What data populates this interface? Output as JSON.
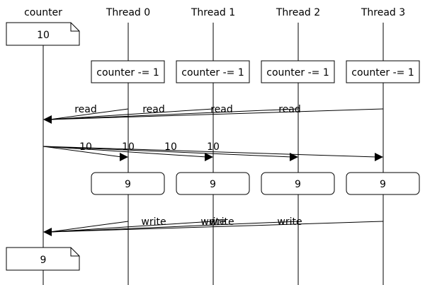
{
  "participants": [
    {
      "name": "counter"
    },
    {
      "name": "Thread 0"
    },
    {
      "name": "Thread 1"
    },
    {
      "name": "Thread 2"
    },
    {
      "name": "Thread 3"
    }
  ],
  "notes": {
    "initial": "10",
    "final": "9"
  },
  "actions": [
    "counter -= 1",
    "counter -= 1",
    "counter -= 1",
    "counter -= 1"
  ],
  "read_messages": [
    "read",
    "read",
    "read",
    "read"
  ],
  "value_messages": [
    "10",
    "10",
    "10",
    "10"
  ],
  "results": [
    "9",
    "9",
    "9",
    "9"
  ],
  "write_messages": [
    "write",
    "write",
    "write",
    "write"
  ]
}
